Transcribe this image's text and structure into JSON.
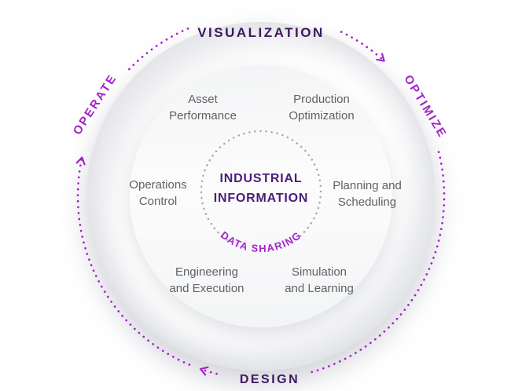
{
  "diagram": {
    "center": {
      "line1": "INDUSTRIAL",
      "line2": "INFORMATION",
      "ring_label": "DATA SHARING"
    },
    "categories": [
      {
        "id": "asset-performance",
        "line1": "Asset",
        "line2": "Performance"
      },
      {
        "id": "production-optimization",
        "line1": "Production",
        "line2": "Optimization"
      },
      {
        "id": "operations-control",
        "line1": "Operations",
        "line2": "Control"
      },
      {
        "id": "planning-scheduling",
        "line1": "Planning and",
        "line2": "Scheduling"
      },
      {
        "id": "engineering-execution",
        "line1": "Engineering",
        "line2": "and Execution"
      },
      {
        "id": "simulation-learning",
        "line1": "Simulation",
        "line2": "and Learning"
      }
    ],
    "cycle": {
      "top": "VISUALIZATION",
      "right": "OPTIMIZE",
      "bottom": "DESIGN",
      "left": "OPERATE"
    },
    "icons": {
      "cycle_arrow": "chevron-right along dotted ring (SVG stroked chevron)"
    },
    "colors": {
      "dark_purple": "#3e1760",
      "magenta_purple": "#a423c9",
      "center_purple": "#4b1c77",
      "category_gray": "#5f6163",
      "dot_gray": "#a6a8ab"
    }
  }
}
